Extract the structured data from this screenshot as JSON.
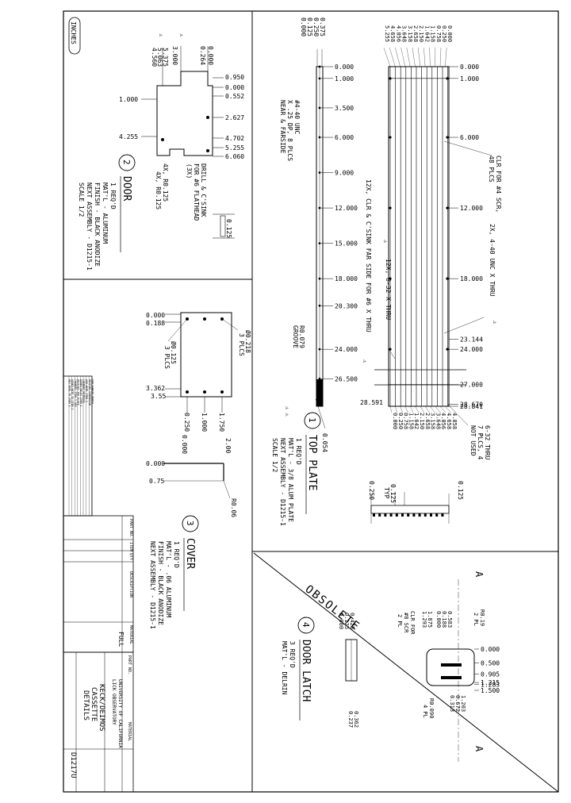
{
  "units_tag": "INCHES",
  "door": {
    "num": "2",
    "title": "DOOR",
    "notes": [
      "1 REQ'D",
      "MAT'L - ALUMINUM",
      "FINISH - BLACK ANODIZE",
      "NEXT ASSEMBLY - D1215-1",
      "SCALE 1/2"
    ],
    "dims_right": [
      "0.950",
      "0.000",
      "0.552",
      "2.627",
      "4.702",
      "5.255",
      "6.060"
    ],
    "dims_top": [
      "3.000",
      "0.264",
      "0.000"
    ],
    "dims_left_stack": [
      "4.560",
      "5.063",
      "5.375"
    ],
    "dim_1000": "1.000",
    "dim_4255": "4.255",
    "callout_drill": [
      "DRILL & C'SINK",
      "FOR #6 FLATHEAD",
      "(3X)"
    ],
    "callout_r": [
      "4X, R0.125",
      "4X, R0.125"
    ],
    "thk": "0.125"
  },
  "top_plate": {
    "num": "1",
    "title": "TOP PLATE",
    "notes": [
      "1 REQ'D",
      "MAT'L - 3/8 ALUM PLATE",
      "NEXT ASSEMBLY - D1215-1",
      "SCALE 1/2"
    ],
    "rows": [
      "0.000",
      "1.000",
      "3.500",
      "6.000",
      "9.000",
      "12.000",
      "15.000",
      "18.000",
      "20.300",
      "24.000",
      "26.500"
    ],
    "rows_right": [
      "0.000",
      "1.000",
      "6.000",
      "12.000",
      "18.000",
      "23.144",
      "24.000",
      "27.000",
      "28.670",
      "28.841"
    ],
    "left_top": [
      "0.000",
      "0.125",
      "0.250",
      "0.375"
    ],
    "top_cols": [
      "5.255",
      "4.658",
      "4.056",
      "3.648",
      "3.158",
      "2.658",
      "2.150",
      "1.642",
      "1.158",
      "0.758",
      "0.250",
      "0.000"
    ],
    "bottom_cols": [
      "0.000",
      "0.250",
      "0.758",
      "1.158",
      "1.642",
      "2.150",
      "2.658",
      "3.158",
      "3.648",
      "4.056",
      "4.658",
      "4.858"
    ],
    "callout_unc": [
      "#4-40 UNC",
      "X .25 DP, 8 PLCS",
      "NEAR & FARSIDE"
    ],
    "callout_clr": [
      "CLR FOR #4 SCR,",
      "48 PLCS"
    ],
    "callout_2x": "2X, 4-40 UNC X THRU",
    "callout_12x_clr": "12X, CLR & C'SINK FAR SIDE FOR #6 X THRU",
    "callout_12x_832": "12X, 8-32 X THRU",
    "callout_groove": [
      "R0.079",
      "GROOVE"
    ],
    "callout_632": [
      "6-32 THRU",
      "7 PLCS, 4",
      "NOT USED"
    ],
    "dim_28591": "28.591",
    "dim_0054": "0.054",
    "sec_0125": "0.125",
    "sec_typ": "TYP",
    "sec_0250": "0.250",
    "sec_0125b": "0.125"
  },
  "cover": {
    "num": "3",
    "title": "COVER",
    "notes": [
      "1 REQ'D",
      "MAT'L - .06 ALUMINUM",
      "FINISH - BLACK ANODIZE",
      "NEXT ASSEMBLY - D1215-1"
    ],
    "dims": [
      "0.000",
      "0.188",
      "3.362",
      "3.55",
      "0.250",
      "1.000",
      "1.750"
    ],
    "callout_hole": [
      "Ø0.125",
      "3 PLCS"
    ],
    "callout_hole2": [
      "Ø0.218",
      "3 PLCS"
    ],
    "sec_dims": [
      "0.000",
      "2.00",
      "0.000",
      "0.75",
      "R0.06"
    ]
  },
  "latch": {
    "num": "4",
    "title": "DOOR LATCH",
    "notes": [
      "3 REQ'D",
      "MAT'L - DELRIN"
    ],
    "obsolete": "OBSOLETE",
    "dims_right": [
      "0.000",
      "0.500",
      "0.905",
      "1.215",
      "1.283",
      "1.500"
    ],
    "dims_top": [
      "0.000",
      "0.188",
      "0.583",
      "1.293",
      "1.875"
    ],
    "callout_r19": [
      "R0.19",
      "2 PL"
    ],
    "callout_clr": [
      "CLR FOR",
      "#8 SCR",
      "2 PL"
    ],
    "callout_r09": [
      "R0.090",
      "4 PL"
    ],
    "dims_bot": [
      "0.313",
      "0.672",
      "1.203"
    ],
    "side_dims": [
      "0.000",
      "0.125",
      "0.425",
      "0.237",
      "0.362"
    ],
    "sect": "A"
  },
  "title_block": {
    "university": [
      "UNIVERSITY OF CALIFORNIA",
      "LICK OBSERVATORY"
    ],
    "project": "KECK/DEIMOS",
    "title": [
      "CASSETTE",
      "DETAILS"
    ],
    "dwg": "D1217U",
    "scale": "FULL",
    "hdr": [
      "PART NO.",
      "ITEM",
      "QTY",
      "DESCRIPTION",
      "MATERIAL"
    ]
  },
  "revisions": [
    "REV NOTE TO ITEM 1",
    "ADDED NOTE TO ITEM 2",
    "CHANGED ITEM 1 DIM",
    "REVISED TOP PLATE",
    "ADDED HOLES ITEM 1",
    "CHANGED MATERIAL",
    "ADD NOTE ITEM 3",
    "REVISED DIMENSION",
    "ADD THREAD DEPTH"
  ]
}
